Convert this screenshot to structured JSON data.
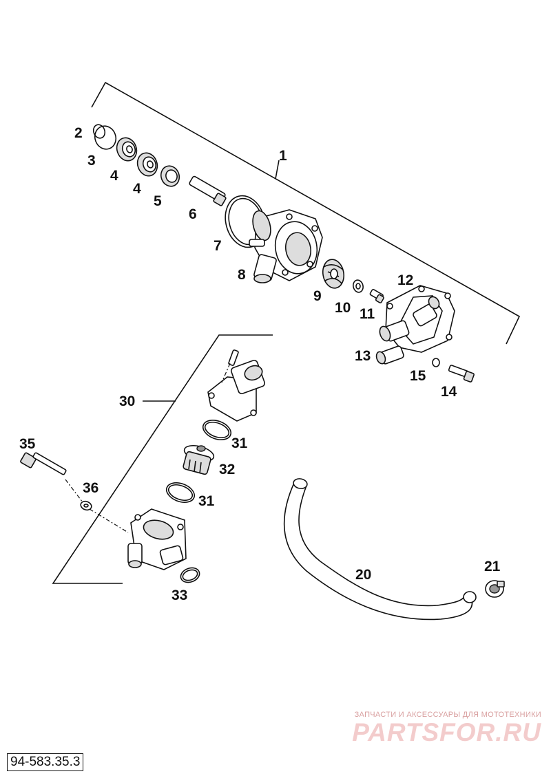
{
  "labels": {
    "p1": "1",
    "p2": "2",
    "p3": "3",
    "p4a": "4",
    "p4b": "4",
    "p5": "5",
    "p6": "6",
    "p7": "7",
    "p8": "8",
    "p9": "9",
    "p10": "10",
    "p11": "11",
    "p12": "12",
    "p13": "13",
    "p14": "14",
    "p15": "15",
    "p20": "20",
    "p21": "21",
    "p30": "30",
    "p31a": "31",
    "p31b": "31",
    "p32": "32",
    "p33": "33",
    "p35": "35",
    "p36": "36"
  },
  "reference": "94-583.35.3",
  "watermark": {
    "tagline": "ЗАПЧАСТИ И АКСЕССУАРЫ ДЛЯ МОТОТЕХНИКИ",
    "logo": "PARTSFOR.RU"
  }
}
